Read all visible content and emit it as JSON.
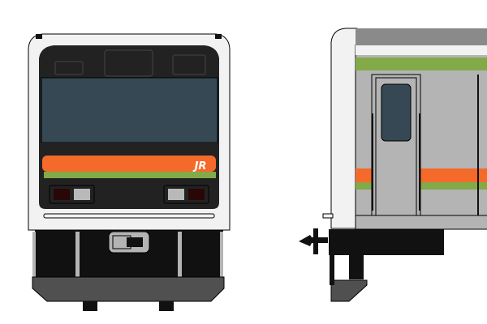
{
  "colors": {
    "background": "#ffffff",
    "body_white": "#f2f2f2",
    "body_grey": "#b4b4b4",
    "roof_grey": "#8a8a8a",
    "window_dark": "#354853",
    "mask_black": "#222222",
    "stripe_orange": "#f46a2a",
    "stripe_green": "#82aa48",
    "headlight": "#b9b9b9",
    "taillight": "#2a0707",
    "underframe": "#111111",
    "skirt_grey": "#505050",
    "outline": "#000000"
  },
  "front_view": {
    "logo_text": "JR",
    "headlight_count": 2,
    "taillight_count": 2
  },
  "side_view": {
    "door_count": 1
  }
}
